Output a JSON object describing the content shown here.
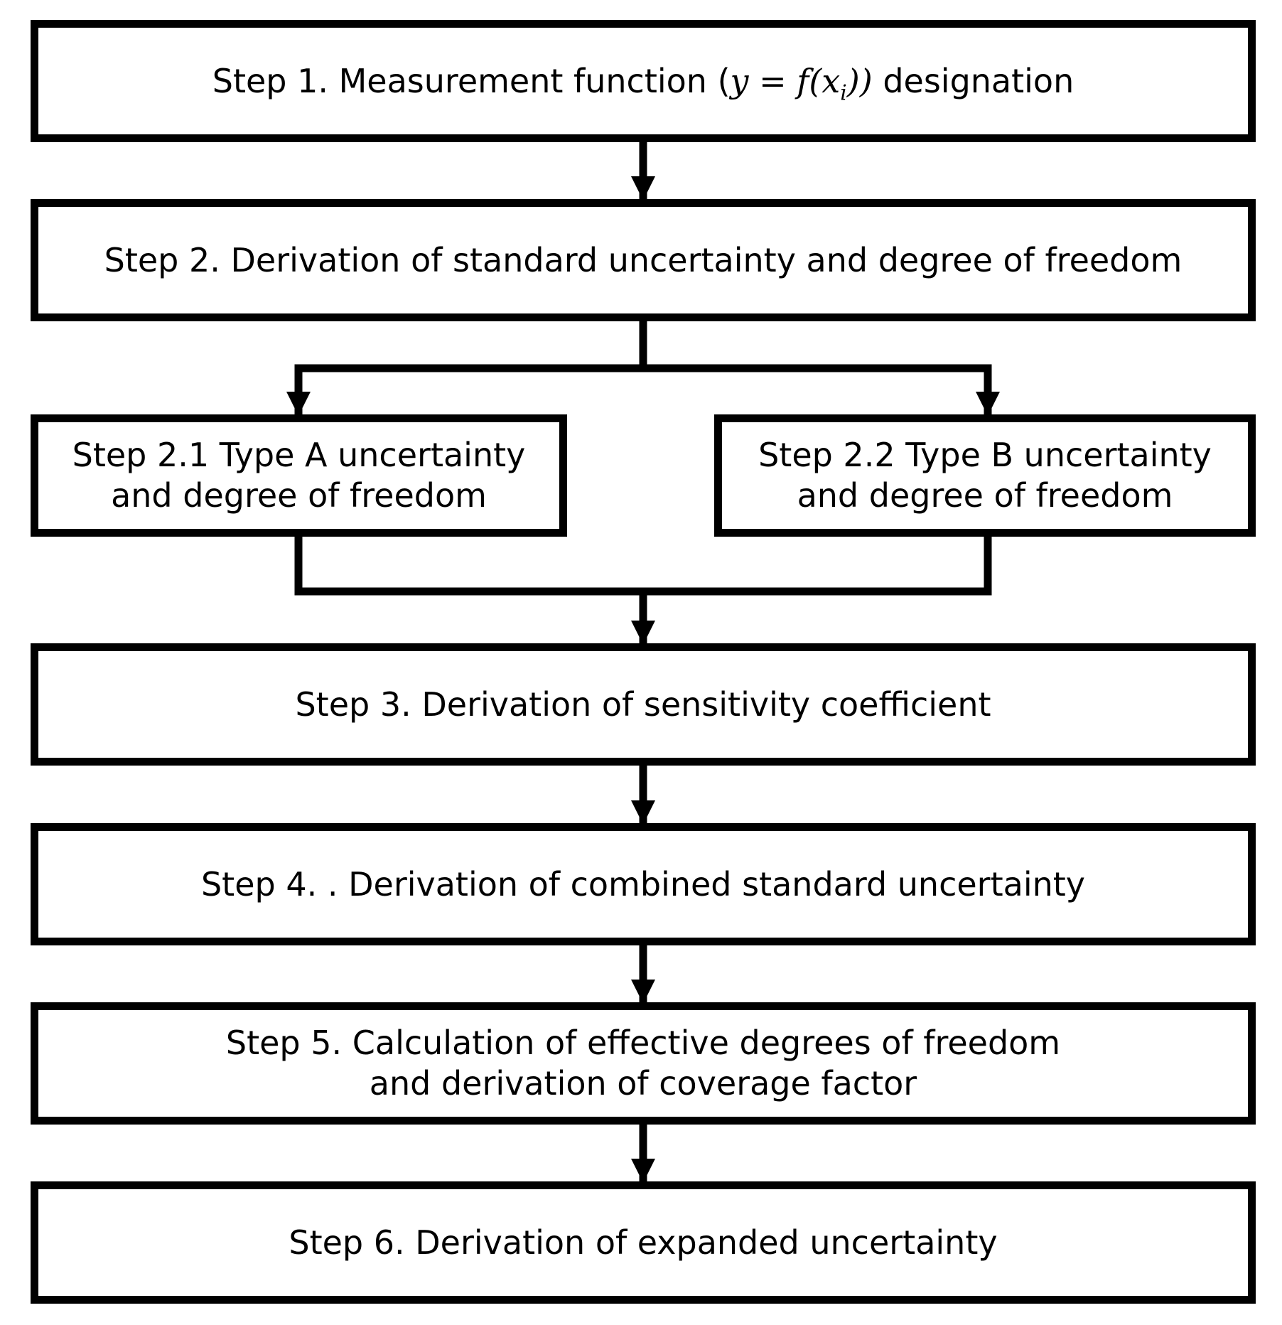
{
  "steps": {
    "step1": {
      "prefix": "Step 1. Measurement function (",
      "formula_main": "y = f(x",
      "formula_sub": "i",
      "formula_close": "))",
      "suffix": " designation"
    },
    "step2": {
      "text": "Step 2. Derivation of standard uncertainty and degree of freedom"
    },
    "step2_1": {
      "line1": "Step 2.1 Type A uncertainty",
      "line2": "and degree of freedom"
    },
    "step2_2": {
      "line1": "Step 2.2 Type B uncertainty",
      "line2": "and degree of freedom"
    },
    "step3": {
      "text": "Step 3. Derivation of sensitivity coefficient"
    },
    "step4": {
      "text": "Step 4. . Derivation of combined standard uncertainty"
    },
    "step5": {
      "line1": "Step 5. Calculation of effective degrees of freedom",
      "line2": "and derivation of coverage factor"
    },
    "step6": {
      "text": "Step 6. Derivation of expanded uncertainty"
    }
  },
  "colors": {
    "stroke": "#000000",
    "background": "#ffffff"
  }
}
